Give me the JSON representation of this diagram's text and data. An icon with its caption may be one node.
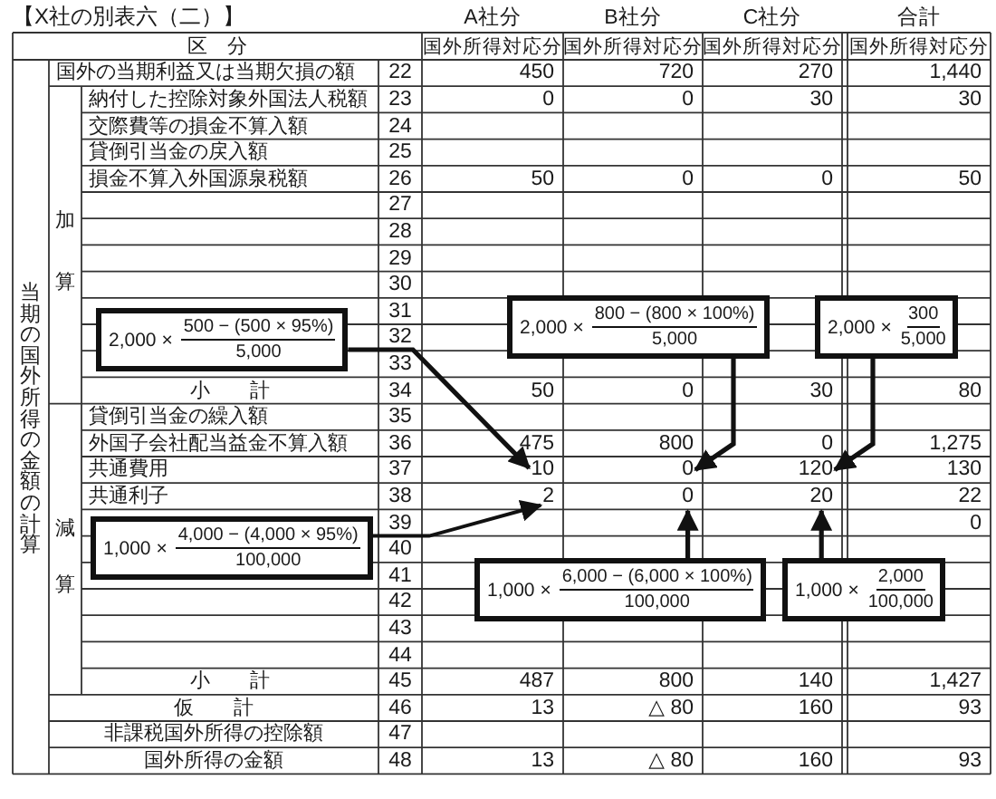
{
  "diagram": {
    "nodes": [
      {
        "text": [
          "2,000 ×",
          "500 − (500 × 95%)",
          "5,000"
        ]
      },
      {
        "text": [
          "2,000 ×",
          "800 − (800 × 100%)",
          "5,000"
        ]
      },
      {
        "text": [
          "2,000 ×",
          "300",
          "5,000"
        ]
      },
      {
        "text": [
          "10"
        ]
      },
      {
        "text": [
          "0"
        ]
      },
      {
        "text": [
          "120"
        ]
      },
      {
        "text": [
          "2"
        ]
      },
      {
        "text": [
          "0"
        ]
      },
      {
        "text": [
          "20"
        ]
      },
      {
        "text": [
          "1,000 ×",
          "4,000 − (4,000 × 95%)",
          "100,000"
        ]
      },
      {
        "text": [
          "1,000 ×",
          "6,000 − (6,000 × 100%)",
          "100,000"
        ]
      },
      {
        "text": [
          "1,000 ×",
          "2,000",
          "100,000"
        ]
      }
    ],
    "edges": [
      {
        "from": 0,
        "to": 3,
        "arrow": "to"
      },
      {
        "from": 1,
        "to": 4,
        "arrow": "to"
      },
      {
        "from": 2,
        "to": 5,
        "arrow": "to"
      },
      {
        "from": 9,
        "to": 6,
        "arrow": "to"
      },
      {
        "from": 10,
        "to": 7,
        "arrow": "to"
      },
      {
        "from": 11,
        "to": 8,
        "arrow": "to"
      }
    ],
    "labels": [
      "【X社の別表六（二）】",
      "A社分",
      "B社分",
      "C社分",
      "合計",
      "区　分",
      "国外所得対応分",
      "国外所得対応分",
      "国外所得対応分",
      "国外所得対応分",
      "当期の国外所得の金額の計算",
      "加",
      "算",
      "減",
      "算",
      "国外の当期利益又は当期欠損の額",
      "22",
      "450",
      "720",
      "270",
      "1,440",
      "納付した控除対象外国法人税額",
      "23",
      "0",
      "0",
      "30",
      "30",
      "交際費等の損金不算入額",
      "24",
      "貸倒引当金の戻入額",
      "25",
      "損金不算入外国源泉税額",
      "26",
      "50",
      "0",
      "0",
      "50",
      "27",
      "28",
      "29",
      "30",
      "31",
      "32",
      "33",
      "小　　計",
      "34",
      "50",
      "0",
      "30",
      "80",
      "貸倒引当金の繰入額",
      "35",
      "外国子会社配当益金不算入額",
      "36",
      "475",
      "800",
      "0",
      "1,275",
      "共通費用",
      "37",
      "130",
      "共通利子",
      "38",
      "22",
      "39",
      "0",
      "40",
      "41",
      "42",
      "43",
      "44",
      "小　　計",
      "45",
      "487",
      "800",
      "140",
      "1,427",
      "仮　　計",
      "46",
      "13",
      "△ 80",
      "160",
      "93",
      "非課税国外所得の控除額",
      "47",
      "国外所得の金額",
      "48",
      "13",
      "△ 80",
      "160",
      "93"
    ]
  }
}
